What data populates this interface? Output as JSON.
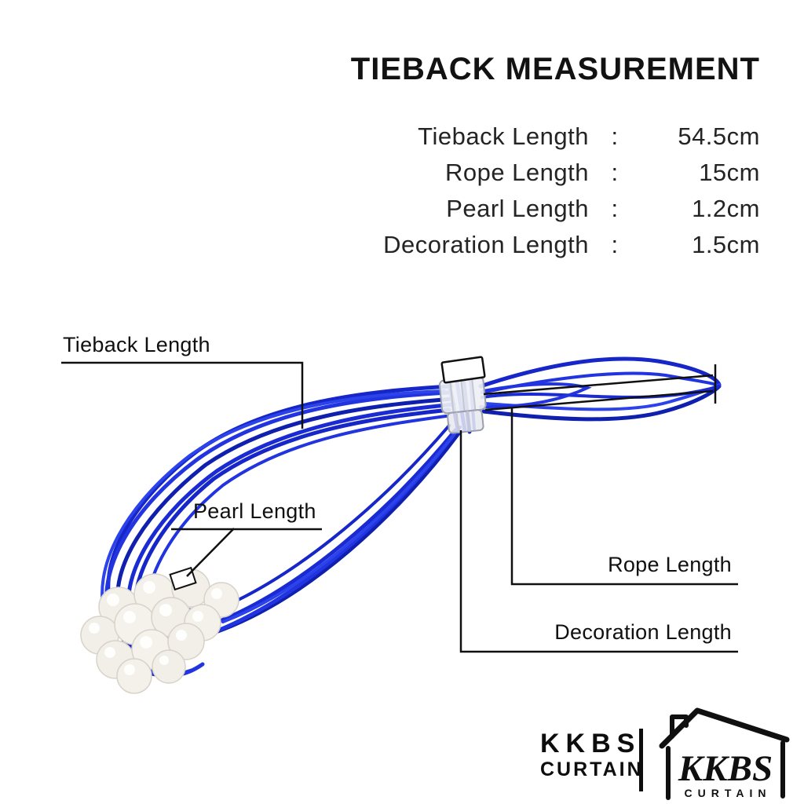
{
  "title": "TIEBACK MEASUREMENT",
  "specs": {
    "rows": [
      {
        "label": "Tieback Length",
        "colon": ":",
        "value": "54.5cm"
      },
      {
        "label": "Rope Length",
        "colon": ":",
        "value": "15cm"
      },
      {
        "label": "Pearl Length",
        "colon": ":",
        "value": "1.2cm"
      },
      {
        "label": "Decoration Length",
        "colon": ":",
        "value": "1.5cm"
      }
    ]
  },
  "annotations": {
    "tieback_length": "Tieback Length",
    "pearl_length": "Pearl Length",
    "rope_length": "Rope Length",
    "decoration_length": "Decoration Length"
  },
  "logo": {
    "name_line1": "KKBS",
    "name_line2": "CURTAIN",
    "house_name": "KKBS",
    "house_sub": "CURTAIN"
  },
  "icons": {
    "house_logo": "house-logo-icon"
  },
  "colors": {
    "rope_blue": "#1b2ed0",
    "rope_blue_dark": "#0f1fae",
    "rope_blue_light": "#2c42ea",
    "pearl": "#f2efe9",
    "annotation_line": "#101010",
    "text": "#181818"
  }
}
